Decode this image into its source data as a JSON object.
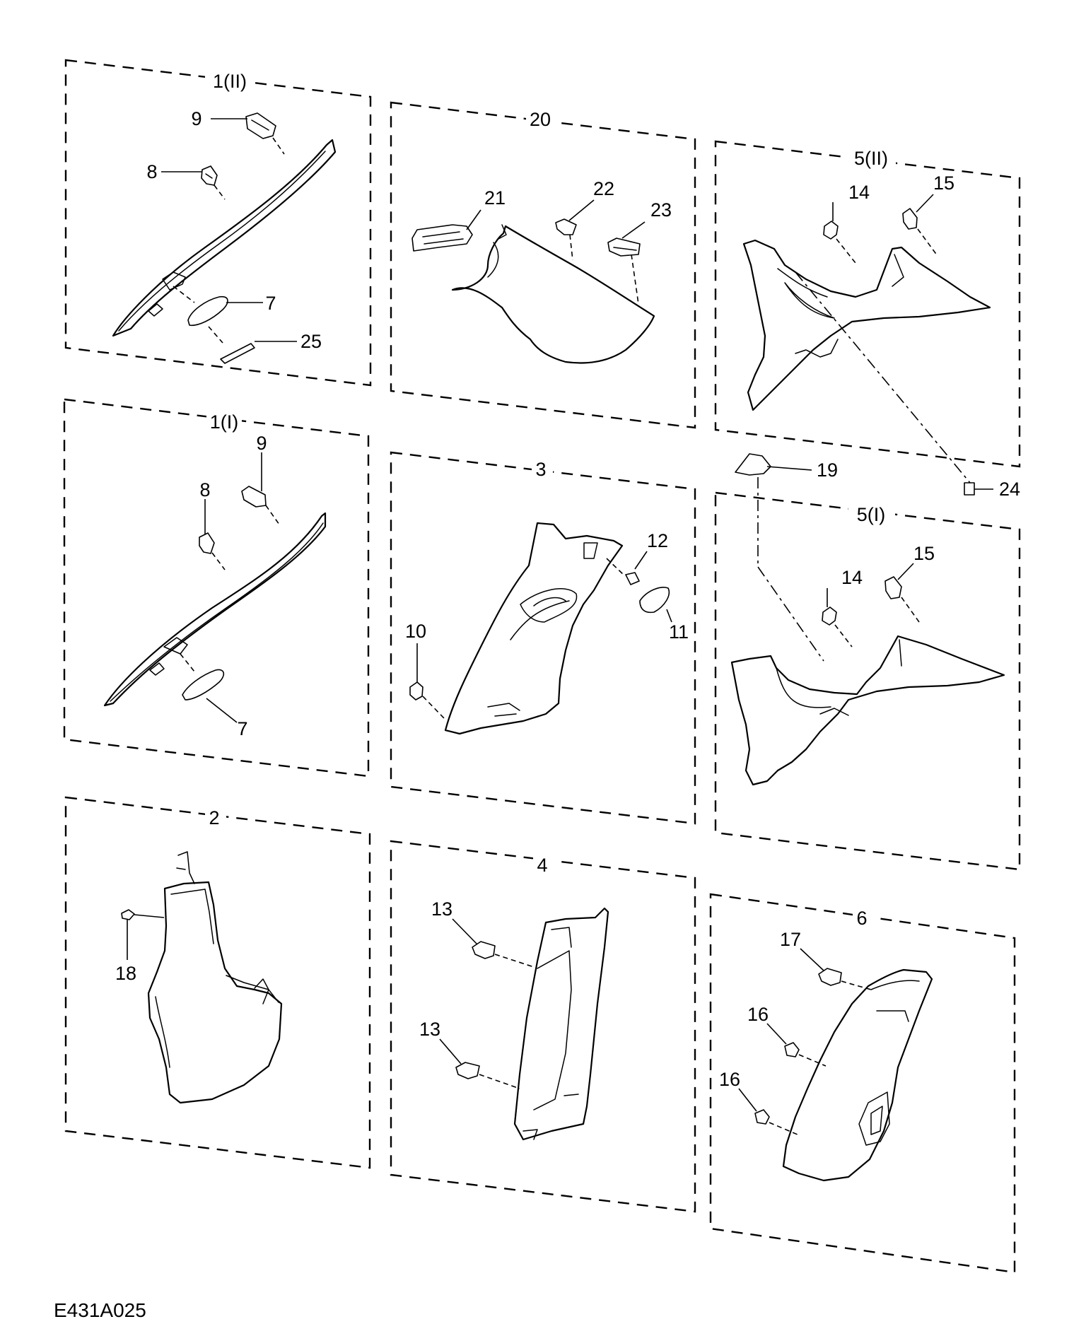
{
  "figure_ref": "E431A025",
  "groups": {
    "g1_II": "1(II)",
    "g20": "20",
    "g5_II": "5(II)",
    "g1_I": "1(I)",
    "g3": "3",
    "g5_I": "5(I)",
    "g2": "2",
    "g4": "4",
    "g6": "6"
  },
  "callouts": {
    "p1_9": "9",
    "p1_8": "8",
    "p1_7": "7",
    "p1_25": "25",
    "p20_21": "21",
    "p20_22": "22",
    "p20_23": "23",
    "p5a_14": "14",
    "p5a_15": "15",
    "p1b_9": "9",
    "p1b_8": "8",
    "p1b_7": "7",
    "p3_12": "12",
    "p3_11": "11",
    "p3_10": "10",
    "p_19": "19",
    "p_24": "24",
    "p5b_14": "14",
    "p5b_15": "15",
    "p2_18": "18",
    "p4_13a": "13",
    "p4_13b": "13",
    "p6_17": "17",
    "p6_16a": "16",
    "p6_16b": "16"
  },
  "colors": {
    "line": "#000000",
    "background": "#ffffff"
  }
}
